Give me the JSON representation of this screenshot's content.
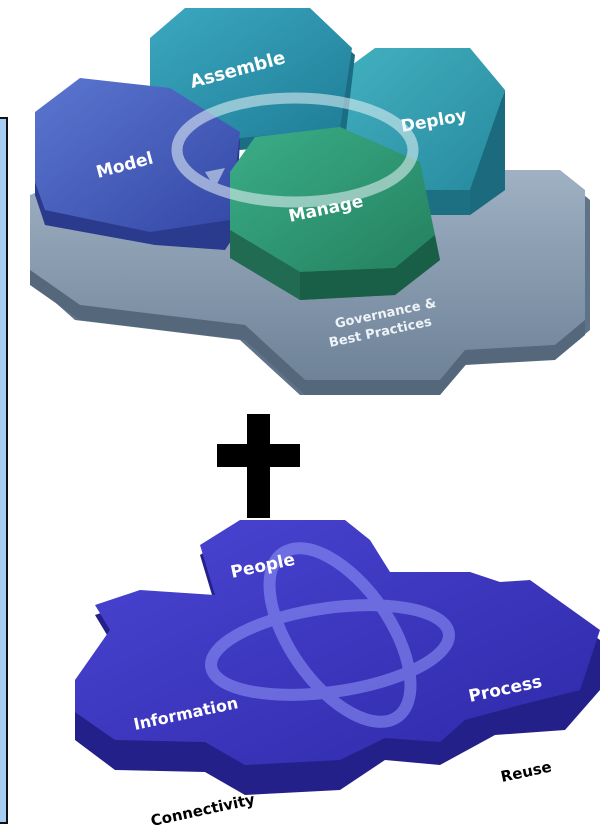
{
  "top_diagram": {
    "hexagons": [
      {
        "label": "Assemble",
        "color": "#2a8ea6"
      },
      {
        "label": "Deploy",
        "color": "#2f9cad"
      },
      {
        "label": "Model",
        "color": "#3f59b8"
      },
      {
        "label": "Manage",
        "color": "#2e9674"
      }
    ],
    "base_label_line1": "Governance &",
    "base_label_line2": "Best Practices",
    "base_color": "#7f93a8"
  },
  "plus_symbol": "+",
  "bottom_diagram": {
    "labels": {
      "people": "People",
      "information": "Information",
      "process": "Process"
    },
    "base_color": "#3a34bd",
    "outside_labels": {
      "reuse": "Reuse",
      "connectivity": "Connectivity"
    }
  }
}
